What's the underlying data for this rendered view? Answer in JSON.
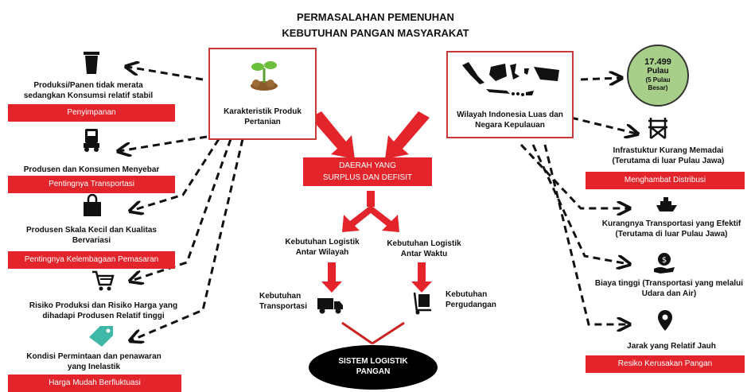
{
  "title": {
    "line1": "PERMASALAHAN PEMENUHAN",
    "line2": "KEBUTUHAN PANGAN MASYARAKAT"
  },
  "center": {
    "left_box_l1": "Karakteristik Produk",
    "left_box_l2": "Pertanian",
    "right_box_l1": "Wilayah Indonesia Luas dan",
    "right_box_l2": "Negara Kepulauan",
    "mid_red_l1": "DAERAH YANG",
    "mid_red_l2": "SURPLUS DAN DEFISIT",
    "logistik_wilayah_l1": "Kebutuhan Logistik",
    "logistik_wilayah_l2": "Antar Wilayah",
    "logistik_waktu_l1": "Kebutuhan Logistik",
    "logistik_waktu_l2": "Antar Waktu",
    "transport_l1": "Kebutuhan",
    "transport_l2": "Transportasi",
    "gudang_l1": "Kebutuhan",
    "gudang_l2": "Pergudangan",
    "system_l1": "SISTEM LOGISTIK",
    "system_l2": "PANGAN"
  },
  "left": [
    {
      "text_l1": "Produksi/Panen tidak merata",
      "text_l2": "sedangkan Konsumsi relatif stabil",
      "box": "Penyimpanan",
      "icon": "trash-bin-icon"
    },
    {
      "text_l1": "Produsen dan Konsumen Menyebar",
      "text_l2": "",
      "box": "Pentingnya Transportasi",
      "icon": "truck-icon"
    },
    {
      "text_l1": "Produsen Skala Kecil dan Kualitas",
      "text_l2": "Bervariasi",
      "box": "Pentingnya Kelembagaan Pemasaran",
      "icon": "shopping-bag-icon"
    },
    {
      "text_l1": "Risiko Produksi dan Risiko Harga yang",
      "text_l2": "dihadapi Produsen Relatif tinggi",
      "box": "",
      "icon": "shopping-cart-icon"
    },
    {
      "text_l1": "Kondisi Permintaan dan penawaran",
      "text_l2": "yang Inelastik",
      "box": "Harga Mudah Berfluktuasi",
      "icon": "price-tag-icon"
    }
  ],
  "right": {
    "circle_number": "17.499",
    "circle_label": "Pulau",
    "circle_sub_l1": "(5 Pulau",
    "circle_sub_l2": "Besar)",
    "items": [
      {
        "text_l1": "Infrastuktur Kurang Memadai",
        "text_l2": "(Terutama di luar Pulau Jawa)",
        "box": "Menghambat Distribusi",
        "icon": "tower-icon"
      },
      {
        "text_l1": "Kurangnya Transportasi yang Efektif",
        "text_l2": "(Terutama di luar Pulau Jawa)",
        "box": "",
        "icon": "ship-icon"
      },
      {
        "text_l1": "Biaya tinggi (Transportasi yang melalui",
        "text_l2": "Udara dan Air)",
        "box": "",
        "icon": "money-hand-icon"
      },
      {
        "text_l1": "Jarak yang Relatif Jauh",
        "text_l2": "",
        "box": "Resiko Kerusakan Pangan",
        "icon": "map-pin-icon"
      }
    ]
  },
  "colors": {
    "red": "#e3242b",
    "frame": "#c93a3a",
    "circle": "#a7cf8a",
    "black": "#000000"
  }
}
